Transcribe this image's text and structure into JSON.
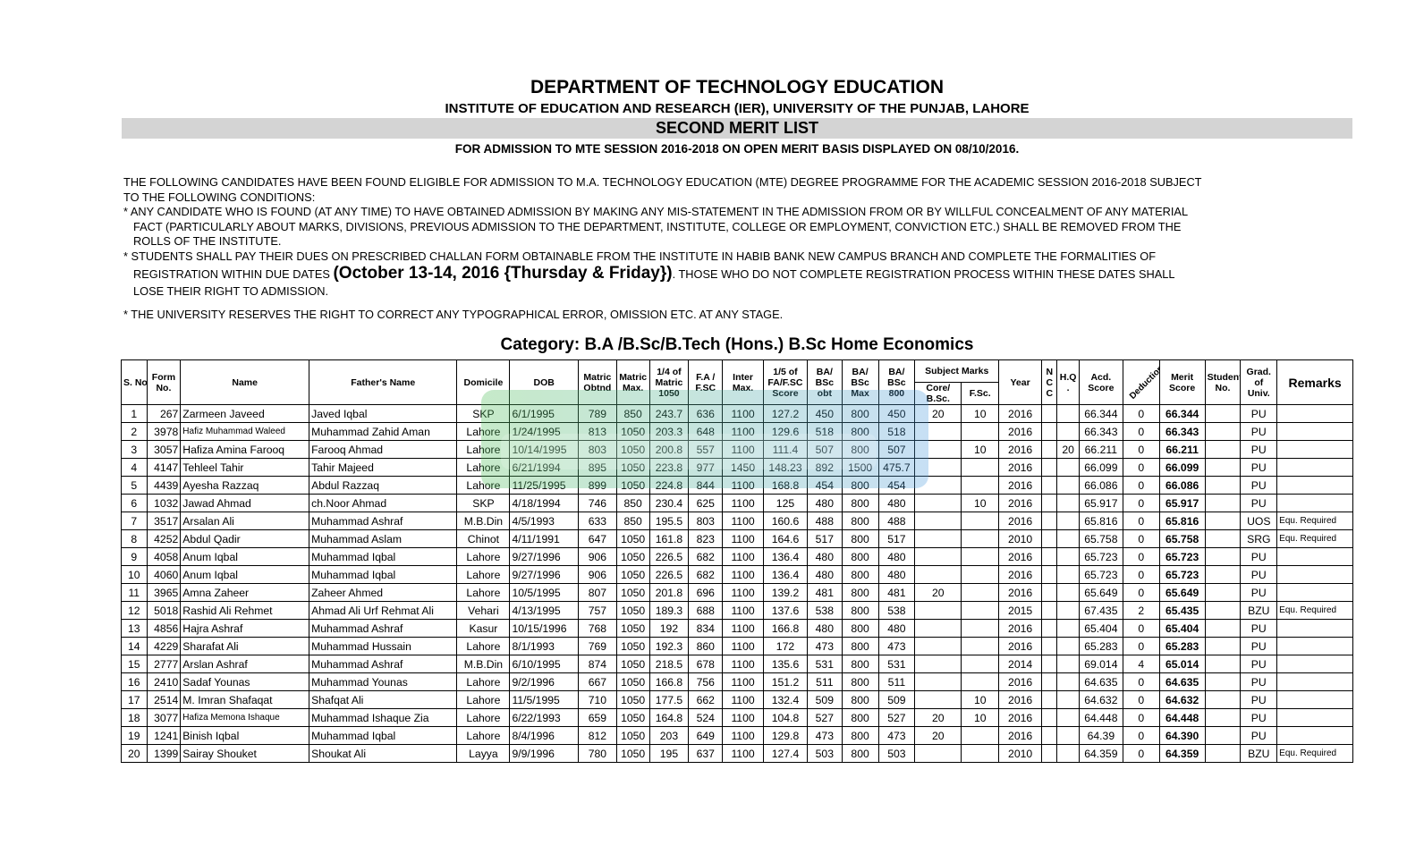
{
  "header": {
    "title": "DEPARTMENT OF TECHNOLOGY EDUCATION",
    "institute": "INSTITUTE OF EDUCATION AND RESEARCH (IER), UNIVERSITY OF THE PUNJAB, LAHORE",
    "list_name": "SECOND MERIT LIST",
    "subtitle": "FOR ADMISSION TO MTE SESSION 2016-2018 ON OPEN MERIT BASIS DISPLAYED ON 08/10/2016."
  },
  "notes": {
    "intro_1": "THE FOLLOWING CANDIDATES HAVE BEEN FOUND ELIGIBLE FOR ADMISSION TO M.A. TECHNOLOGY EDUCATION (MTE) DEGREE PROGRAMME FOR THE ACADEMIC SESSION 2016-2018 SUBJECT",
    "intro_2": "TO THE FOLLOWING CONDITIONS:",
    "cond1_1": "*  ANY CANDIDATE WHO IS FOUND (AT ANY TIME) TO HAVE OBTAINED ADMISSION BY MAKING ANY MIS-STATEMENT IN THE ADMISSION FROM OR BY WILLFUL CONCEALMENT OF  ANY MATERIAL",
    "cond1_2": "FACT (PARTICULARLY ABOUT MARKS, DIVISIONS, PREVIOUS ADMISSION TO THE DEPARTMENT, INSTITUTE, COLLEGE OR  EMPLOYMENT, CONVICTION ETC.) SHALL BE REMOVED FROM THE",
    "cond1_3": "ROLLS OF THE INSTITUTE.",
    "cond2_1": "* STUDENTS SHALL PAY THEIR DUES ON PRESCRIBED CHALLAN FORM OBTAINABLE FROM THE INSTITUTE IN HABIB BANK NEW CAMPUS BRANCH AND COMPLETE  THE FORMALITIES OF",
    "cond2_2a": "REGISTRATION WITHIN DUE DATES ",
    "cond2_dates": "(October 13-14, 2016 {Thursday & Friday})",
    "cond2_2b": ". THOSE WHO DO NOT COMPLETE REGISTRATION PROCESS WITHIN THESE  DATES SHALL",
    "cond2_3": "LOSE THEIR RIGHT TO ADMISSION.",
    "cond3": "*  THE UNIVERSITY RESERVES THE RIGHT TO CORRECT ANY TYPOGRAPHICAL ERROR, OMISSION ETC. AT ANY STAGE."
  },
  "category": "Category: B.A /B.Sc/B.Tech (Hons.) B.Sc Home Economics",
  "table": {
    "headers": {
      "sno": "S. No.",
      "form": "Form No.",
      "name": "Name",
      "father": "Father's Name",
      "domicile": "Domicile",
      "dob": "DOB",
      "matric_obt": "Matric Obtnd",
      "matric_max": "Matric Max.",
      "quarter_matric": "1/4 of Matric 1050",
      "fa": "F.A / F.SC",
      "inter_max": "Inter Max.",
      "fifth_fa": "1/5 of FA/F.SC Score",
      "ba_obt": "BA/ BSc obt",
      "ba_max": "BA/ BSc Max",
      "ba_800": "BA/ BSc 800",
      "subject_marks": "Subject Marks",
      "core": "Core/ B.Sc.",
      "fsc": "F.Sc.",
      "year": "Year",
      "ncc": "N C C",
      "hq": "H.Q .",
      "acd": "Acd. Score",
      "deduction": "Deduction",
      "merit": "Merit Score",
      "student": "Student No.",
      "grad": "Grad. of Univ.",
      "remarks": "Remarks"
    },
    "rows": [
      {
        "sno": "1",
        "form": "267",
        "name": "Zarmeen Javeed",
        "father": "Javed Iqbal",
        "domicile": "SKP",
        "dob": "6/1/1995",
        "matric": "789",
        "mmax": "850",
        "q": "243.7",
        "fa": "636",
        "imax": "1100",
        "f5": "127.2",
        "bao": "450",
        "bam": "800",
        "ba8": "450",
        "core": "20",
        "fsc": "10",
        "year": "2016",
        "ncc": "",
        "hq": "",
        "acd": "66.344",
        "ded": "0",
        "merit": "66.344",
        "stu": "",
        "grad": "PU",
        "rem": ""
      },
      {
        "sno": "2",
        "form": "3978",
        "name": "Hafiz Muhammad Waleed",
        "father": "Muhammad Zahid Aman",
        "domicile": "Lahore",
        "dob": "1/24/1995",
        "matric": "813",
        "mmax": "1050",
        "q": "203.3",
        "fa": "648",
        "imax": "1100",
        "f5": "129.6",
        "bao": "518",
        "bam": "800",
        "ba8": "518",
        "core": "",
        "fsc": "",
        "year": "2016",
        "ncc": "",
        "hq": "",
        "acd": "66.343",
        "ded": "0",
        "merit": "66.343",
        "stu": "",
        "grad": "PU",
        "rem": ""
      },
      {
        "sno": "3",
        "form": "3057",
        "name": "Hafiza Amina Farooq",
        "father": "Farooq Ahmad",
        "domicile": "Lahore",
        "dob": "10/14/1995",
        "matric": "803",
        "mmax": "1050",
        "q": "200.8",
        "fa": "557",
        "imax": "1100",
        "f5": "111.4",
        "bao": "507",
        "bam": "800",
        "ba8": "507",
        "core": "",
        "fsc": "10",
        "year": "2016",
        "ncc": "",
        "hq": "20",
        "acd": "66.211",
        "ded": "0",
        "merit": "66.211",
        "stu": "",
        "grad": "PU",
        "rem": ""
      },
      {
        "sno": "4",
        "form": "4147",
        "name": "Tehleel Tahir",
        "father": "Tahir Majeed",
        "domicile": "Lahore",
        "dob": "6/21/1994",
        "matric": "895",
        "mmax": "1050",
        "q": "223.8",
        "fa": "977",
        "imax": "1450",
        "f5": "148.23",
        "bao": "892",
        "bam": "1500",
        "ba8": "475.7",
        "core": "",
        "fsc": "",
        "year": "2016",
        "ncc": "",
        "hq": "",
        "acd": "66.099",
        "ded": "0",
        "merit": "66.099",
        "stu": "",
        "grad": "PU",
        "rem": ""
      },
      {
        "sno": "5",
        "form": "4439",
        "name": "Ayesha Razzaq",
        "father": "Abdul Razzaq",
        "domicile": "Lahore",
        "dob": "11/25/1995",
        "matric": "899",
        "mmax": "1050",
        "q": "224.8",
        "fa": "844",
        "imax": "1100",
        "f5": "168.8",
        "bao": "454",
        "bam": "800",
        "ba8": "454",
        "core": "",
        "fsc": "",
        "year": "2016",
        "ncc": "",
        "hq": "",
        "acd": "66.086",
        "ded": "0",
        "merit": "66.086",
        "stu": "",
        "grad": "PU",
        "rem": ""
      },
      {
        "sno": "6",
        "form": "1032",
        "name": "Jawad Ahmad",
        "father": "ch.Noor Ahmad",
        "domicile": "SKP",
        "dob": "4/18/1994",
        "matric": "746",
        "mmax": "850",
        "q": "230.4",
        "fa": "625",
        "imax": "1100",
        "f5": "125",
        "bao": "480",
        "bam": "800",
        "ba8": "480",
        "core": "",
        "fsc": "10",
        "year": "2016",
        "ncc": "",
        "hq": "",
        "acd": "65.917",
        "ded": "0",
        "merit": "65.917",
        "stu": "",
        "grad": "PU",
        "rem": ""
      },
      {
        "sno": "7",
        "form": "3517",
        "name": "Arsalan Ali",
        "father": "Muhammad Ashraf",
        "domicile": "M.B.Din",
        "dob": "4/5/1993",
        "matric": "633",
        "mmax": "850",
        "q": "195.5",
        "fa": "803",
        "imax": "1100",
        "f5": "160.6",
        "bao": "488",
        "bam": "800",
        "ba8": "488",
        "core": "",
        "fsc": "",
        "year": "2016",
        "ncc": "",
        "hq": "",
        "acd": "65.816",
        "ded": "0",
        "merit": "65.816",
        "stu": "",
        "grad": "UOS",
        "rem": "Equ. Required"
      },
      {
        "sno": "8",
        "form": "4252",
        "name": "Abdul Qadir",
        "father": "Muhammad Aslam",
        "domicile": "Chinot",
        "dob": "4/11/1991",
        "matric": "647",
        "mmax": "1050",
        "q": "161.8",
        "fa": "823",
        "imax": "1100",
        "f5": "164.6",
        "bao": "517",
        "bam": "800",
        "ba8": "517",
        "core": "",
        "fsc": "",
        "year": "2010",
        "ncc": "",
        "hq": "",
        "acd": "65.758",
        "ded": "0",
        "merit": "65.758",
        "stu": "",
        "grad": "SRG",
        "rem": "Equ. Required"
      },
      {
        "sno": "9",
        "form": "4058",
        "name": "Anum Iqbal",
        "father": "Muhammad Iqbal",
        "domicile": "Lahore",
        "dob": "9/27/1996",
        "matric": "906",
        "mmax": "1050",
        "q": "226.5",
        "fa": "682",
        "imax": "1100",
        "f5": "136.4",
        "bao": "480",
        "bam": "800",
        "ba8": "480",
        "core": "",
        "fsc": "",
        "year": "2016",
        "ncc": "",
        "hq": "",
        "acd": "65.723",
        "ded": "0",
        "merit": "65.723",
        "stu": "",
        "grad": "PU",
        "rem": ""
      },
      {
        "sno": "10",
        "form": "4060",
        "name": "Anum Iqbal",
        "father": "Muhammad Iqbal",
        "domicile": "Lahore",
        "dob": "9/27/1996",
        "matric": "906",
        "mmax": "1050",
        "q": "226.5",
        "fa": "682",
        "imax": "1100",
        "f5": "136.4",
        "bao": "480",
        "bam": "800",
        "ba8": "480",
        "core": "",
        "fsc": "",
        "year": "2016",
        "ncc": "",
        "hq": "",
        "acd": "65.723",
        "ded": "0",
        "merit": "65.723",
        "stu": "",
        "grad": "PU",
        "rem": ""
      },
      {
        "sno": "11",
        "form": "3965",
        "name": "Amna Zaheer",
        "father": "Zaheer Ahmed",
        "domicile": "Lahore",
        "dob": "10/5/1995",
        "matric": "807",
        "mmax": "1050",
        "q": "201.8",
        "fa": "696",
        "imax": "1100",
        "f5": "139.2",
        "bao": "481",
        "bam": "800",
        "ba8": "481",
        "core": "20",
        "fsc": "",
        "year": "2016",
        "ncc": "",
        "hq": "",
        "acd": "65.649",
        "ded": "0",
        "merit": "65.649",
        "stu": "",
        "grad": "PU",
        "rem": ""
      },
      {
        "sno": "12",
        "form": "5018",
        "name": "Rashid Ali Rehmet",
        "father": "Ahmad Ali Urf Rehmat Ali",
        "domicile": "Vehari",
        "dob": "4/13/1995",
        "matric": "757",
        "mmax": "1050",
        "q": "189.3",
        "fa": "688",
        "imax": "1100",
        "f5": "137.6",
        "bao": "538",
        "bam": "800",
        "ba8": "538",
        "core": "",
        "fsc": "",
        "year": "2015",
        "ncc": "",
        "hq": "",
        "acd": "67.435",
        "ded": "2",
        "merit": "65.435",
        "stu": "",
        "grad": "BZU",
        "rem": "Equ. Required"
      },
      {
        "sno": "13",
        "form": "4856",
        "name": "Hajra Ashraf",
        "father": "Muhammad Ashraf",
        "domicile": "Kasur",
        "dob": "10/15/1996",
        "matric": "768",
        "mmax": "1050",
        "q": "192",
        "fa": "834",
        "imax": "1100",
        "f5": "166.8",
        "bao": "480",
        "bam": "800",
        "ba8": "480",
        "core": "",
        "fsc": "",
        "year": "2016",
        "ncc": "",
        "hq": "",
        "acd": "65.404",
        "ded": "0",
        "merit": "65.404",
        "stu": "",
        "grad": "PU",
        "rem": ""
      },
      {
        "sno": "14",
        "form": "4229",
        "name": "Sharafat Ali",
        "father": "Muhammad Hussain",
        "domicile": "Lahore",
        "dob": "8/1/1993",
        "matric": "769",
        "mmax": "1050",
        "q": "192.3",
        "fa": "860",
        "imax": "1100",
        "f5": "172",
        "bao": "473",
        "bam": "800",
        "ba8": "473",
        "core": "",
        "fsc": "",
        "year": "2016",
        "ncc": "",
        "hq": "",
        "acd": "65.283",
        "ded": "0",
        "merit": "65.283",
        "stu": "",
        "grad": "PU",
        "rem": ""
      },
      {
        "sno": "15",
        "form": "2777",
        "name": "Arslan Ashraf",
        "father": "Muhammad Ashraf",
        "domicile": "M.B.Din",
        "dob": "6/10/1995",
        "matric": "874",
        "mmax": "1050",
        "q": "218.5",
        "fa": "678",
        "imax": "1100",
        "f5": "135.6",
        "bao": "531",
        "bam": "800",
        "ba8": "531",
        "core": "",
        "fsc": "",
        "year": "2014",
        "ncc": "",
        "hq": "",
        "acd": "69.014",
        "ded": "4",
        "merit": "65.014",
        "stu": "",
        "grad": "PU",
        "rem": ""
      },
      {
        "sno": "16",
        "form": "2410",
        "name": "Sadaf Younas",
        "father": "Muhammad Younas",
        "domicile": "Lahore",
        "dob": "9/2/1996",
        "matric": "667",
        "mmax": "1050",
        "q": "166.8",
        "fa": "756",
        "imax": "1100",
        "f5": "151.2",
        "bao": "511",
        "bam": "800",
        "ba8": "511",
        "core": "",
        "fsc": "",
        "year": "2016",
        "ncc": "",
        "hq": "",
        "acd": "64.635",
        "ded": "0",
        "merit": "64.635",
        "stu": "",
        "grad": "PU",
        "rem": ""
      },
      {
        "sno": "17",
        "form": "2514",
        "name": "M. Imran Shafaqat",
        "father": "Shafqat Ali",
        "domicile": "Lahore",
        "dob": "11/5/1995",
        "matric": "710",
        "mmax": "1050",
        "q": "177.5",
        "fa": "662",
        "imax": "1100",
        "f5": "132.4",
        "bao": "509",
        "bam": "800",
        "ba8": "509",
        "core": "",
        "fsc": "10",
        "year": "2016",
        "ncc": "",
        "hq": "",
        "acd": "64.632",
        "ded": "0",
        "merit": "64.632",
        "stu": "",
        "grad": "PU",
        "rem": ""
      },
      {
        "sno": "18",
        "form": "3077",
        "name": "Hafiza Memona Ishaque",
        "father": "Muhammad Ishaque Zia",
        "domicile": "Lahore",
        "dob": "6/22/1993",
        "matric": "659",
        "mmax": "1050",
        "q": "164.8",
        "fa": "524",
        "imax": "1100",
        "f5": "104.8",
        "bao": "527",
        "bam": "800",
        "ba8": "527",
        "core": "20",
        "fsc": "10",
        "year": "2016",
        "ncc": "",
        "hq": "",
        "acd": "64.448",
        "ded": "0",
        "merit": "64.448",
        "stu": "",
        "grad": "PU",
        "rem": ""
      },
      {
        "sno": "19",
        "form": "1241",
        "name": "Binish Iqbal",
        "father": "Muhammad Iqbal",
        "domicile": "Lahore",
        "dob": "8/4/1996",
        "matric": "812",
        "mmax": "1050",
        "q": "203",
        "fa": "649",
        "imax": "1100",
        "f5": "129.8",
        "bao": "473",
        "bam": "800",
        "ba8": "473",
        "core": "20",
        "fsc": "",
        "year": "2016",
        "ncc": "",
        "hq": "",
        "acd": "64.39",
        "ded": "0",
        "merit": "64.390",
        "stu": "",
        "grad": "PU",
        "rem": ""
      },
      {
        "sno": "20",
        "form": "1399",
        "name": "Sairay Shouket",
        "father": "Shoukat Ali",
        "domicile": "Layya",
        "dob": "9/9/1996",
        "matric": "780",
        "mmax": "1050",
        "q": "195",
        "fa": "637",
        "imax": "1100",
        "f5": "127.4",
        "bao": "503",
        "bam": "800",
        "ba8": "503",
        "core": "",
        "fsc": "",
        "year": "2010",
        "ncc": "",
        "hq": "",
        "acd": "64.359",
        "ded": "0",
        "merit": "64.359",
        "stu": "",
        "grad": "BZU",
        "rem": "Equ. Required"
      }
    ]
  }
}
